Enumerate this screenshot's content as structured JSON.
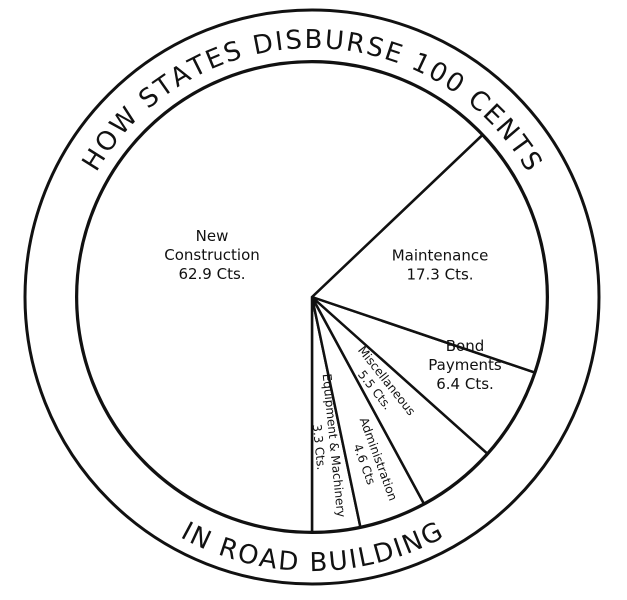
{
  "chart_data": {
    "type": "pie",
    "title": "HOW STATES DISBURSE 100 CENTS",
    "subtitle": "IN ROAD BUILDING",
    "unit": "Cts.",
    "start": "bottom",
    "direction": "counterclockwise",
    "colors": {
      "ink": "#111111",
      "fill": "#ffffff"
    },
    "slices": [
      {
        "name": "Equipment & Machinery",
        "value": 3.3,
        "lines": [
          "Equipment & Machinery",
          "3.3 Cts."
        ]
      },
      {
        "name": "Administration",
        "value": 4.6,
        "lines": [
          "Administration",
          "4.6 Cts"
        ]
      },
      {
        "name": "Miscellaneous",
        "value": 5.5,
        "lines": [
          "Miscellaneous",
          "5.5 Cts."
        ]
      },
      {
        "name": "Bond Payments",
        "value": 6.4,
        "lines": [
          "Bond",
          "Payments",
          "6.4 Cts."
        ]
      },
      {
        "name": "Maintenance",
        "value": 17.3,
        "lines": [
          "Maintenance",
          "17.3 Cts."
        ]
      },
      {
        "name": "New Construction",
        "value": 62.9,
        "lines": [
          "New",
          "Construction",
          "62.9 Cts."
        ]
      }
    ]
  }
}
